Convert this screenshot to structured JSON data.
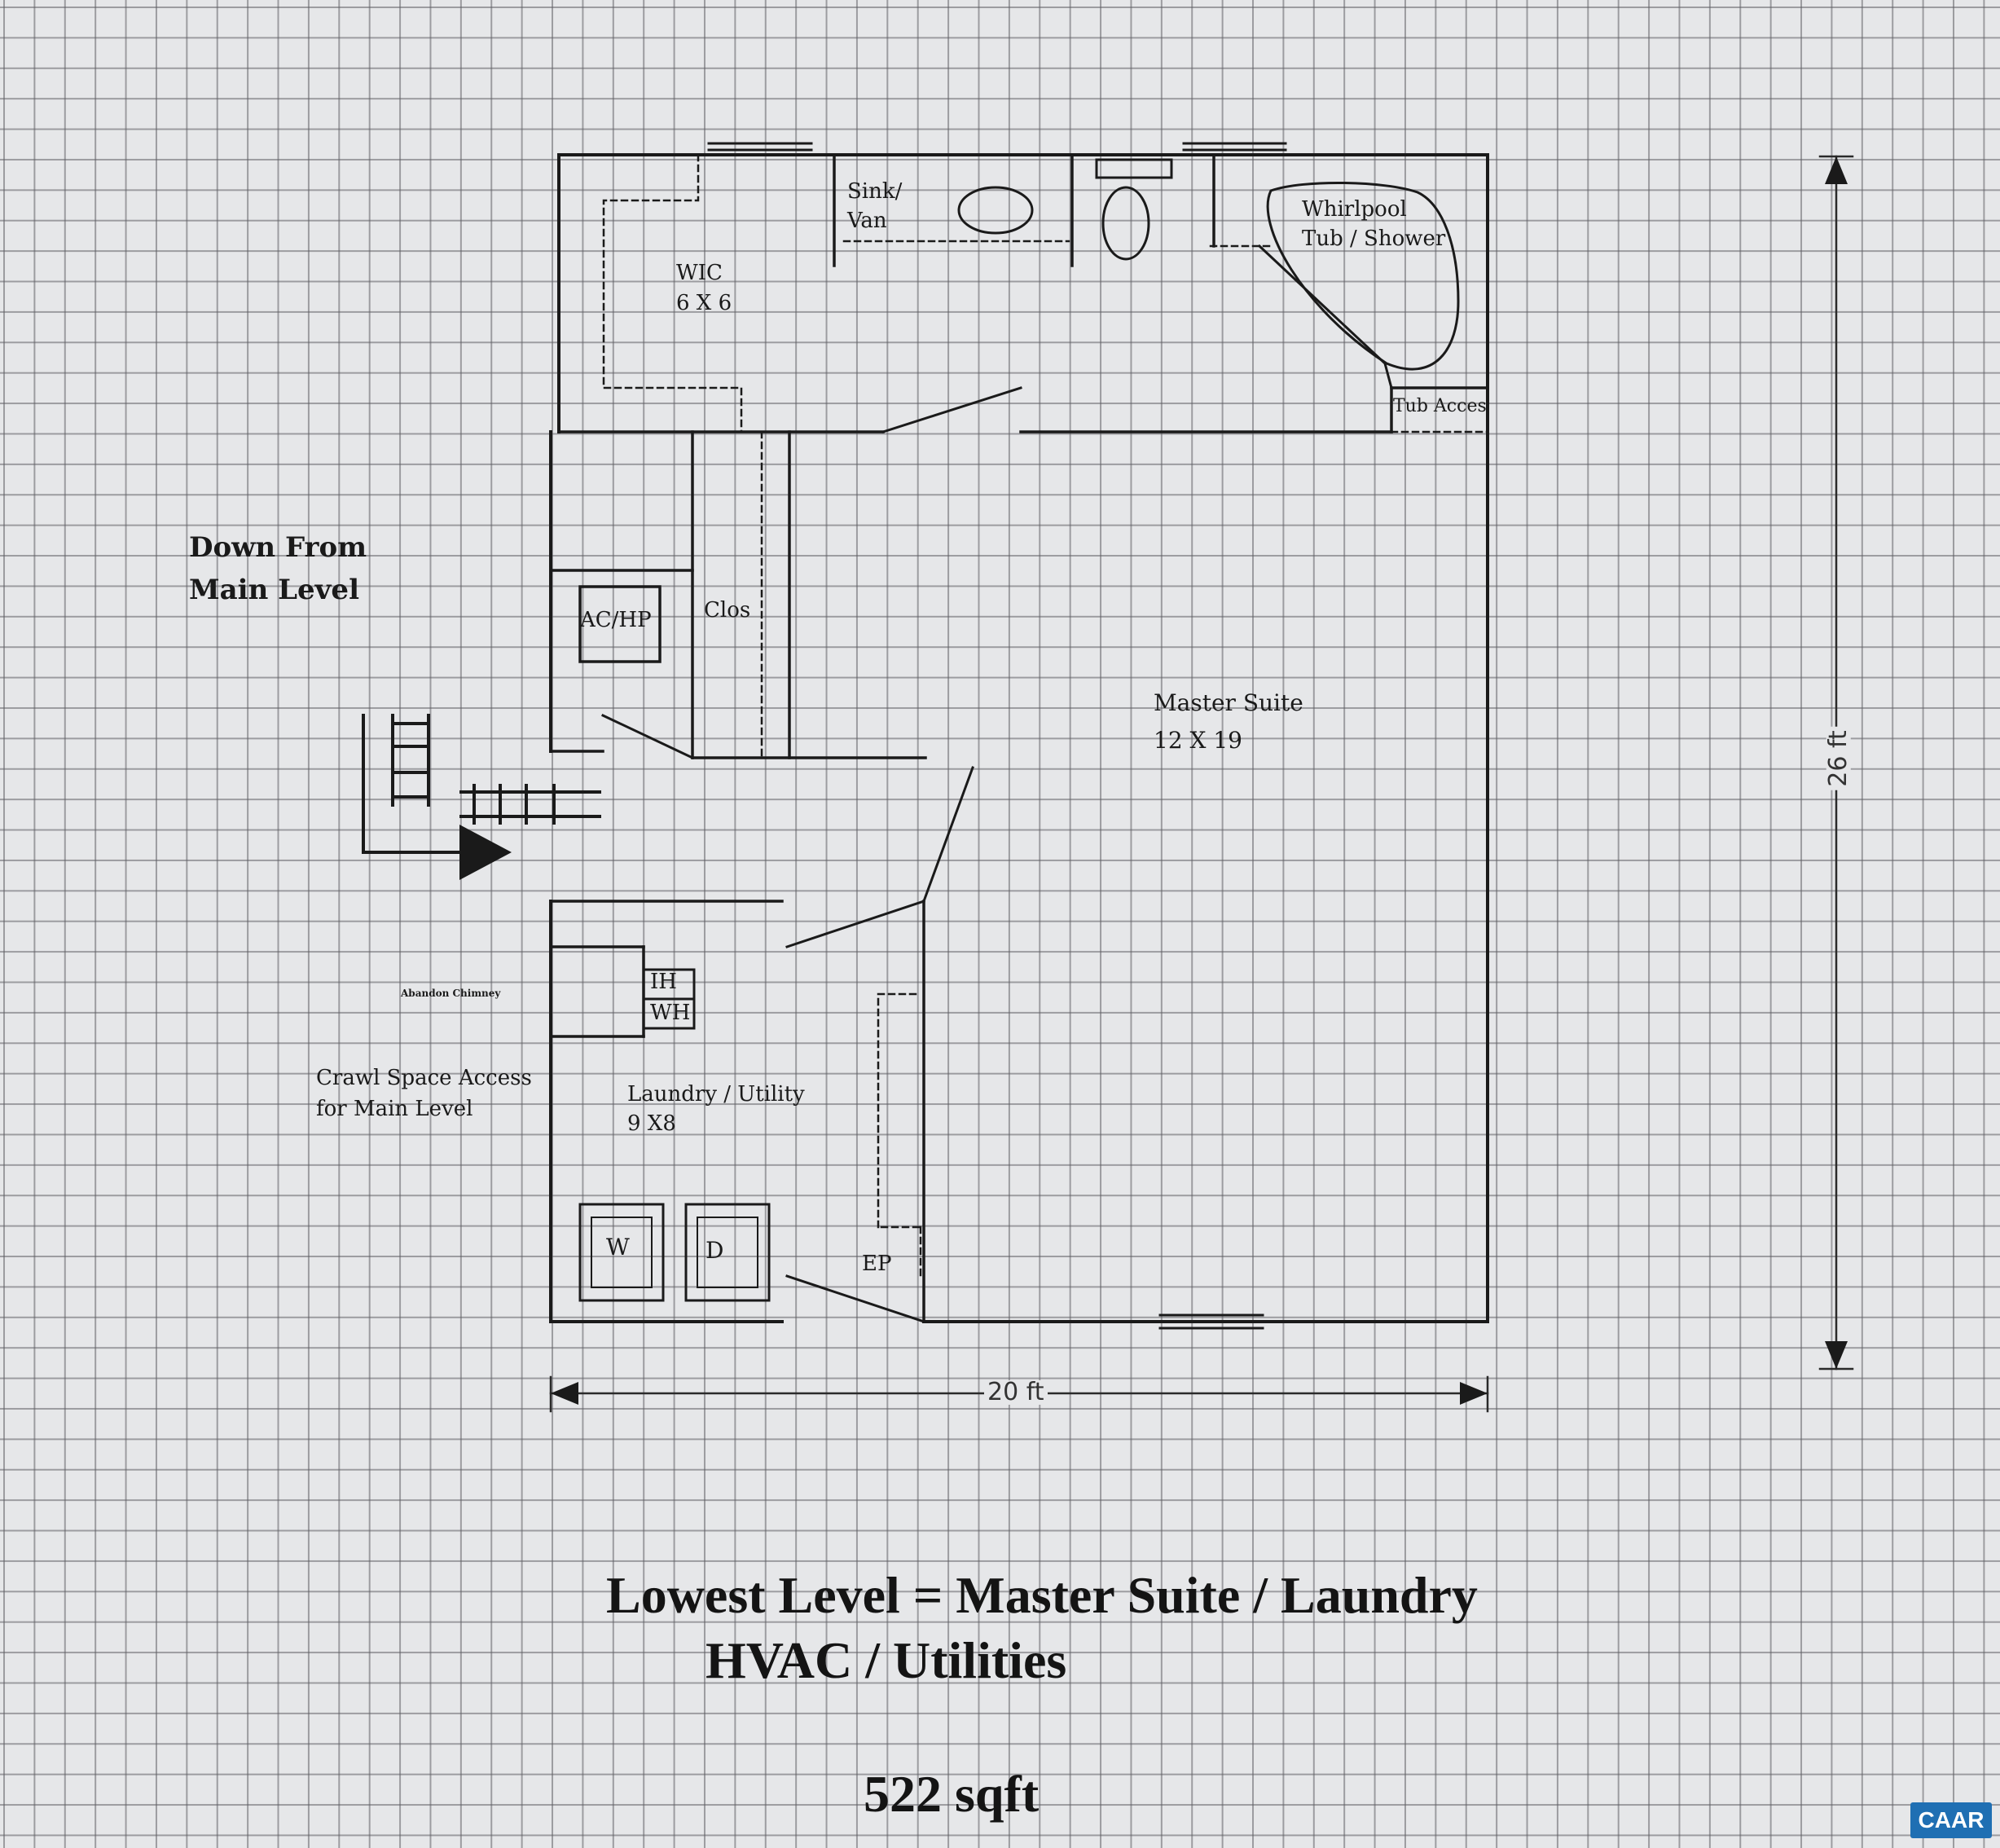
{
  "labels": {
    "wic_name": "WIC",
    "wic_size": "6 X 6",
    "sink_line1": "Sink/",
    "sink_line2": "Van",
    "whirlpool_line1": "Whirlpool",
    "whirlpool_line2": "Tub / Shower",
    "tub_access": "Tub Acces",
    "down_line1": "Down From",
    "down_line2": "Main Level",
    "ac_hp": "AC/HP",
    "clos": "Clos",
    "master_name": "Master Suite",
    "master_size": "12 X 19",
    "chimney": "Abandon Chimney",
    "ih": "IH",
    "wh": "WH",
    "crawl_line1": "Crawl Space Access",
    "crawl_line2": "for Main Level",
    "laundry_name": "Laundry / Utility",
    "laundry_size": "9 X8",
    "washer": "W",
    "dryer": "D",
    "ep": "EP"
  },
  "dimensions": {
    "width": "20 ft",
    "height": "26 ft"
  },
  "caption": {
    "line1": "Lowest Level = Master Suite / Laundry",
    "line2": "HVAC / Utilities",
    "area": "522 sqft"
  },
  "badge": "CAAR",
  "colors": {
    "paper": "#e6e7e9",
    "grid": "#5f5f64",
    "ink": "#1a1a1a",
    "badge": "#1f6fb3"
  }
}
